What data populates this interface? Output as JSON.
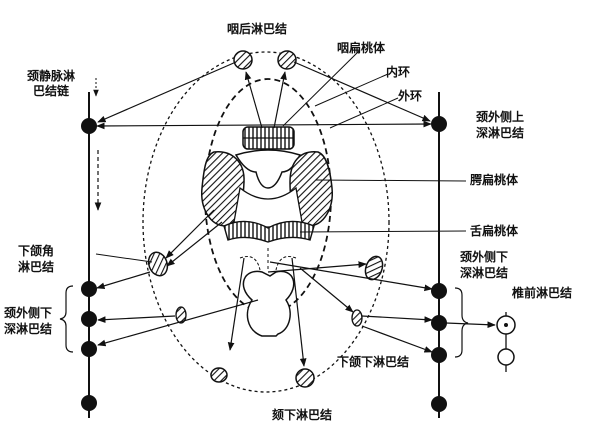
{
  "labels": {
    "pharyngeal_retro": "咽后淋巴结",
    "pharyngeal_tonsil": "咽扁桃体",
    "inner_ring": "内环",
    "outer_ring": "外环",
    "internal_jugular_chain_line1": "颈静脉淋",
    "internal_jugular_chain_line2": "巴结链",
    "superior_deep_lateral_cervical_line1": "颈外侧上",
    "superior_deep_lateral_cervical_line2": "深淋巴结",
    "palatine_tonsil": "腭扁桃体",
    "lingual_tonsil": "舌扁桃体",
    "jugulodigastric_line1": "下颌角",
    "jugulodigastric_line2": "淋巴结",
    "inferior_deep_lateral_cervical_left_line1": "颈外侧下",
    "inferior_deep_lateral_cervical_left_line2": "深淋巴结",
    "inferior_deep_lateral_cervical_right_line1": "颈外侧下",
    "inferior_deep_lateral_cervical_right_line2": "深淋巴结",
    "prevertebral": "椎前淋巴结",
    "submandibular": "下颌下淋巴结",
    "submental": "颏下淋巴结"
  }
}
